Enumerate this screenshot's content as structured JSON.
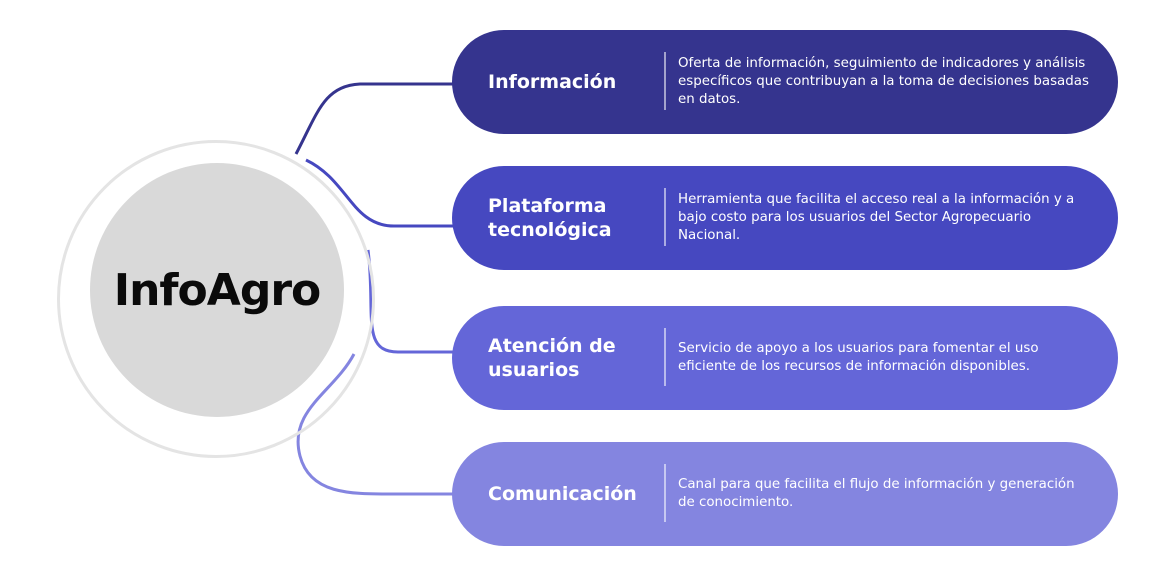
{
  "hub": {
    "title": "InfoAgro"
  },
  "cards": [
    {
      "title": "Información",
      "description": "Oferta de información, seguimiento de indicadores y análisis específicos que contribuyan a la toma de decisiones basadas en datos.",
      "color": "#35348e"
    },
    {
      "title": "Plataforma\ntecnológica",
      "description": "Herramienta que facilita el acceso real a la información y a bajo costo para los usuarios del Sector Agropecuario Nacional.",
      "color": "#4648c0"
    },
    {
      "title": "Atención de\nusuarios",
      "description": "Servicio de apoyo a los usuarios para fomentar el uso eficiente de los recursos de información disponibles.",
      "color": "#6466d8"
    },
    {
      "title": "Comunicación",
      "description": "Canal para que facilita el flujo de información y generación de conocimiento.",
      "color": "#8485e0"
    }
  ],
  "connector_colors": [
    "#35348e",
    "#4648c0",
    "#6466d8",
    "#8485e0"
  ]
}
